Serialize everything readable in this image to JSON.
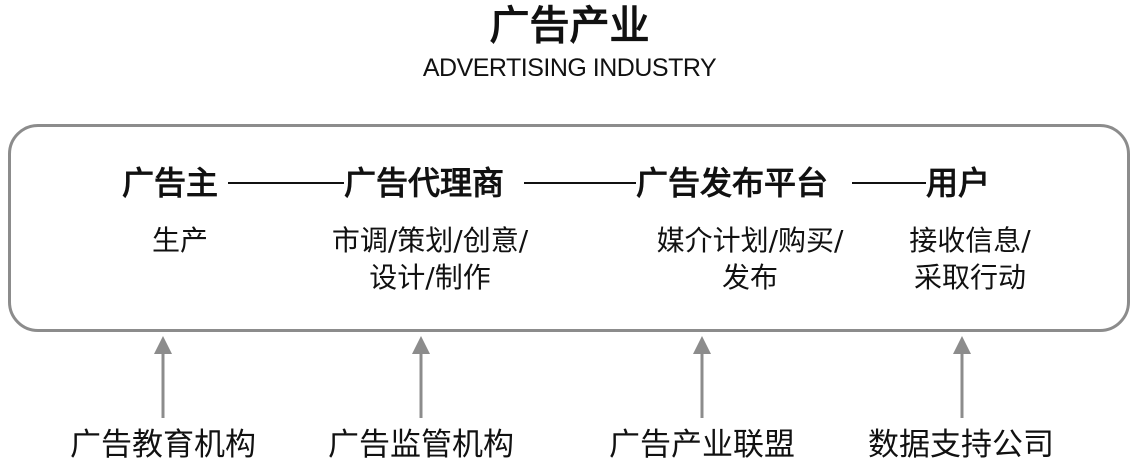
{
  "title": "广告产业",
  "subtitle": "ADVERTISING INDUSTRY",
  "chain": {
    "stages": [
      {
        "name": "广告主",
        "role_line1": "生产",
        "role_line2": ""
      },
      {
        "name": "广告代理商",
        "role_line1": "市调/策划/创意/",
        "role_line2": "设计/制作"
      },
      {
        "name": "广告发布平台",
        "role_line1": "媒介计划/购买/",
        "role_line2": "发布"
      },
      {
        "name": "用户",
        "role_line1": "接收信息/",
        "role_line2": "采取行动"
      }
    ]
  },
  "supports": [
    {
      "label": "广告教育机构"
    },
    {
      "label": "广告监管机构"
    },
    {
      "label": "广告产业联盟"
    },
    {
      "label": "数据支持公司"
    }
  ],
  "colors": {
    "text": "#111111",
    "box_border": "#8c8c8c",
    "arrow": "#8c8c8c"
  }
}
